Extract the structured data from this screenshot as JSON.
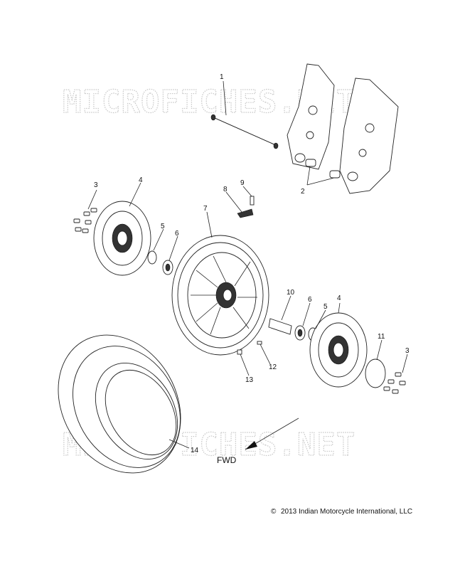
{
  "watermark": "MICROFICHES.NET",
  "fwd_label": "FWD",
  "copyright_symbol": "©",
  "copyright_text": "2013 Indian Motorcycle International, LLC",
  "callouts": [
    "1",
    "2",
    "3",
    "4",
    "5",
    "6",
    "7",
    "8",
    "9",
    "10",
    "6",
    "5",
    "4",
    "11",
    "3",
    "12",
    "13",
    "14"
  ]
}
